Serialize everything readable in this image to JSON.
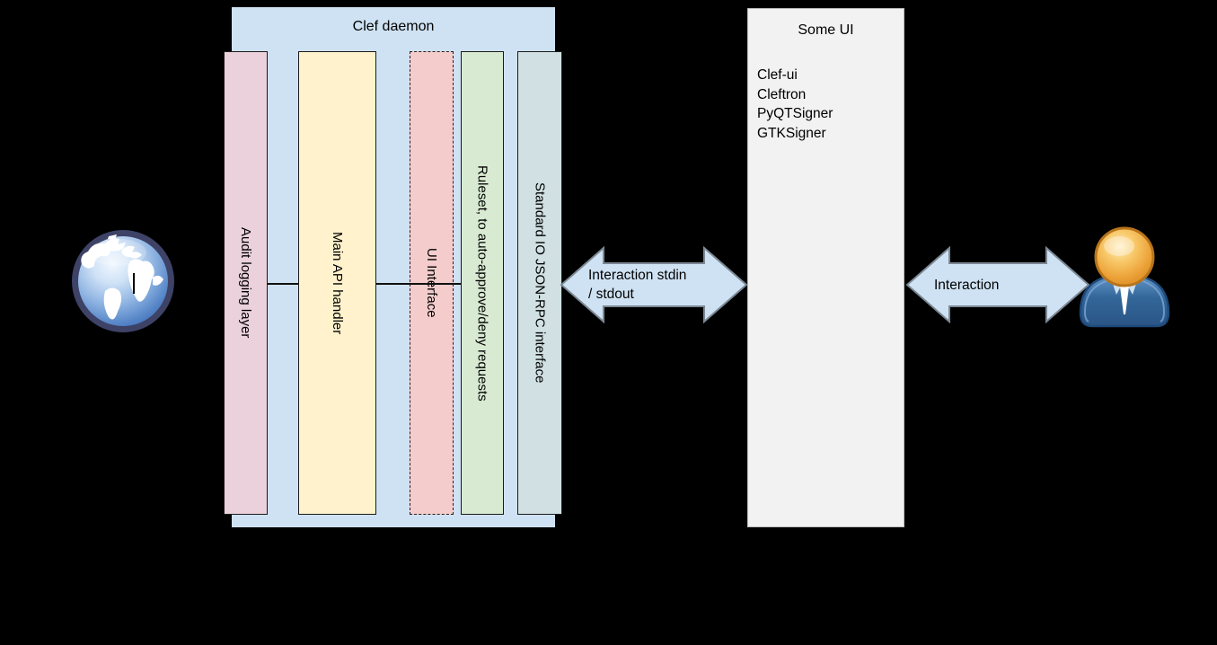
{
  "clef": {
    "title": "Clef daemon",
    "box_color": "#cfe2f3",
    "bars": [
      {
        "label": "Audit logging layer",
        "color": "#ead1dc",
        "border": "solid"
      },
      {
        "label": "Main API handler",
        "color": "#fff2cc",
        "border": "solid"
      },
      {
        "label": "UI Interface",
        "color": "#f4cccc",
        "border": "dashed"
      },
      {
        "label": "Ruleset, to auto-approve/deny requests",
        "color": "#d9ead3",
        "border": "solid"
      },
      {
        "label": "Standard IO JSON-RPC interface",
        "color": "#d0e0e3",
        "border": "solid"
      }
    ]
  },
  "some_ui": {
    "title": "Some UI",
    "box_color": "#f2f2f2",
    "items": [
      "Clef-ui",
      "Cleftron",
      "PyQTSigner",
      "GTKSigner"
    ]
  },
  "arrows": {
    "color": "#cfe2f3",
    "left": {
      "line1": "Interaction stdin",
      "line2": "/ stdout"
    },
    "right": {
      "label": "Interaction"
    }
  },
  "icons": {
    "left": "globe-icon",
    "right": "user-icon"
  },
  "background_color": "#000000"
}
